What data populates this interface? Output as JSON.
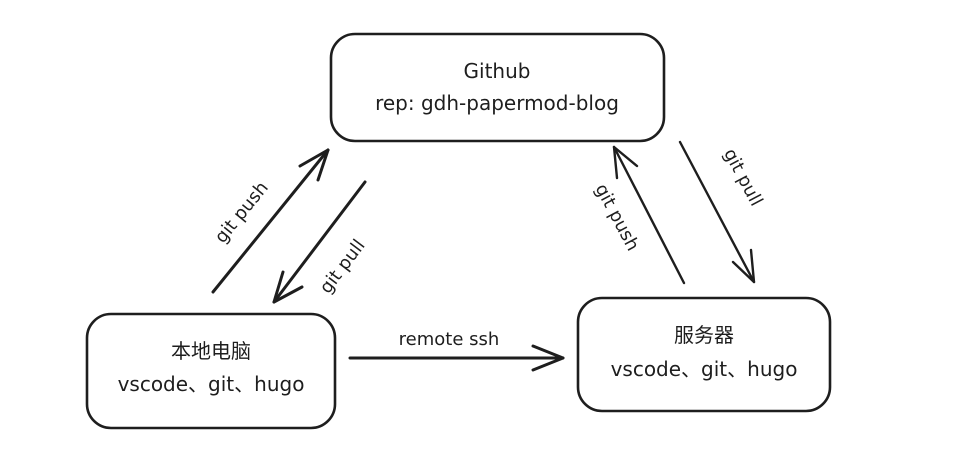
{
  "diagram": {
    "nodes": {
      "github": {
        "title": "Github",
        "subtitle": "rep: gdh-papermod-blog"
      },
      "local": {
        "title": "本地电脑",
        "subtitle": "vscode、git、hugo"
      },
      "server": {
        "title": "服务器",
        "subtitle": "vscode、git、hugo"
      }
    },
    "edges": {
      "local_push": {
        "label": "git push",
        "from": "local",
        "to": "github"
      },
      "local_pull": {
        "label": "git pull",
        "from": "github",
        "to": "local"
      },
      "server_push": {
        "label": "git push",
        "from": "server",
        "to": "github"
      },
      "server_pull": {
        "label": "git pull",
        "from": "github",
        "to": "server"
      },
      "remote_ssh": {
        "label": "remote ssh",
        "from": "local",
        "to": "server"
      }
    },
    "stroke_color": "#1e1e1e",
    "background_color": "#ffffff"
  }
}
